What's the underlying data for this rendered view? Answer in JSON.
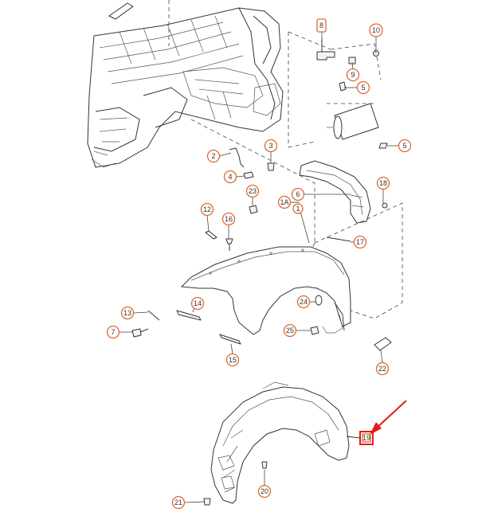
{
  "callouts": {
    "c1": "1",
    "c1a": "1A",
    "c2": "2",
    "c3": "3",
    "c4": "4",
    "c5a": "5",
    "c5b": "5",
    "c6": "6",
    "c7": "7",
    "c8": "8",
    "c9": "9",
    "c10": "10",
    "c12": "12",
    "c13": "13",
    "c14": "14",
    "c15": "15",
    "c16": "16",
    "c17": "17",
    "c18": "18",
    "c19": "19",
    "c20": "20",
    "c21": "21",
    "c22": "22",
    "c23": "23",
    "c24": "24",
    "c25": "25"
  },
  "highlighted_part": "19",
  "colors": {
    "callout": "#e0682a",
    "highlight": "#e31b1b",
    "line": "#333333"
  }
}
